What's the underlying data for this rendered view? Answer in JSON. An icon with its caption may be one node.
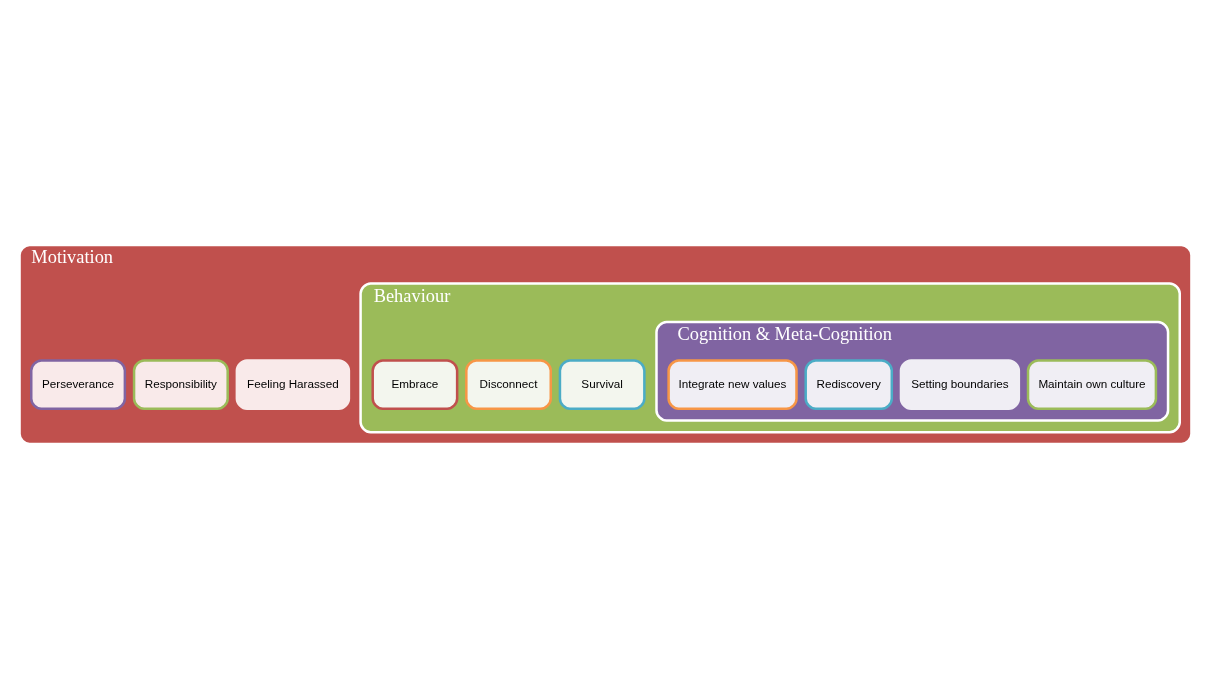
{
  "diagram": {
    "nodes": [
      {
        "text": [
          "Motivation"
        ]
      },
      {
        "text": [
          "Feeling Harassed"
        ],
        "in": 0
      },
      {
        "text": [
          "Responsibility"
        ],
        "in": 0
      },
      {
        "text": [
          "Perseverance"
        ],
        "in": 0
      },
      {
        "text": [
          "Behaviour"
        ],
        "in": 0
      },
      {
        "text": [
          "Survival"
        ],
        "in": 4
      },
      {
        "text": [
          "Disconnect"
        ],
        "in": 4
      },
      {
        "text": [
          "Embrace"
        ],
        "in": 4
      },
      {
        "text": [
          "Cognition & Meta-Cognition"
        ],
        "in": 4
      },
      {
        "text": [
          "Maintain own culture"
        ],
        "in": 8
      },
      {
        "text": [
          "Setting boundaries"
        ],
        "in": 8
      },
      {
        "text": [
          "Rediscovery"
        ],
        "in": 8
      },
      {
        "text": [
          "Integrate new values"
        ],
        "in": 8
      }
    ]
  }
}
